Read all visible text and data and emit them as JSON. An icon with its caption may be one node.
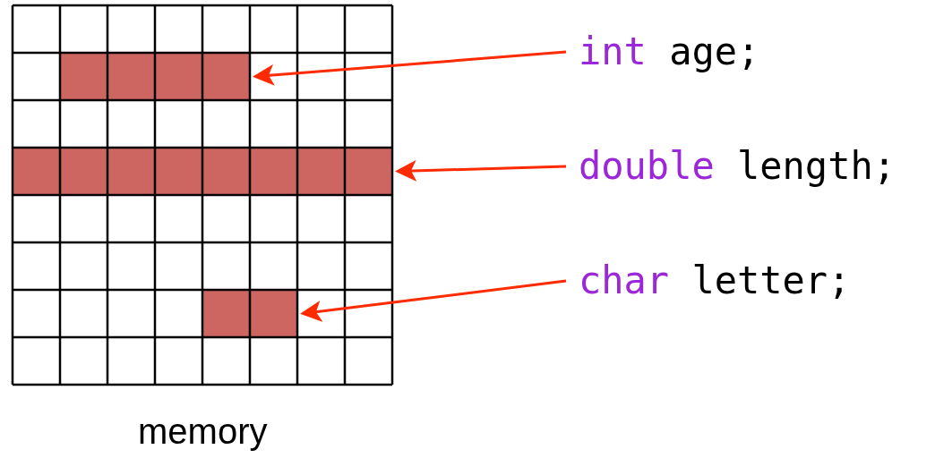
{
  "diagram": {
    "nodes": [
      {
        "text": [
          "int age;"
        ]
      },
      {
        "text": [],
        "shape": "box"
      },
      {
        "text": [
          "double length;"
        ]
      },
      {
        "text": [],
        "shape": "box"
      },
      {
        "text": [
          "char letter;"
        ]
      },
      {
        "text": [],
        "shape": "box"
      }
    ],
    "edges": [
      {
        "from": 0,
        "to": 1,
        "arrow": "to"
      },
      {
        "from": 2,
        "to": 3,
        "arrow": "to"
      },
      {
        "from": 4,
        "to": 5,
        "arrow": "to"
      }
    ],
    "labels": [
      "memory"
    ]
  }
}
